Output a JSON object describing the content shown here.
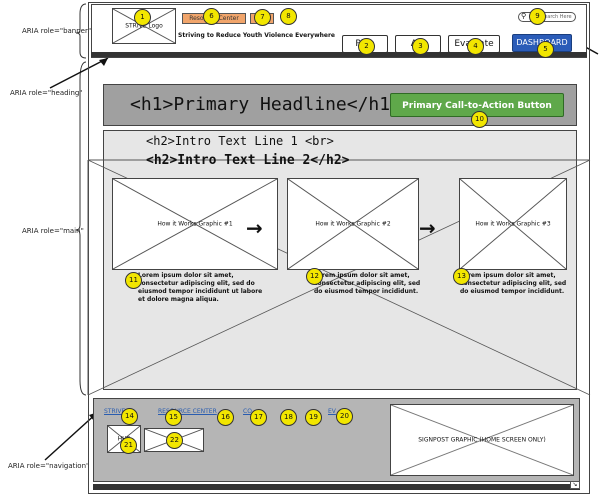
{
  "aria_labels": {
    "banner": "ARIA role=\"banner\"",
    "heading": "ARIA role=\"heading\"",
    "main": "ARIA role=\"main\"",
    "navigation": "ARIA role=\"navigation\""
  },
  "header": {
    "logo": "STRIVE Logo",
    "tagline": "Striving to Reduce Youth Violence Everywhere",
    "tab_resource": "Resource Center",
    "tab_other": "Tab",
    "search_placeholder": "Search Here",
    "nav": [
      "Plan",
      "Act",
      "Evaluate",
      "DASHBOARD"
    ]
  },
  "hero": {
    "headline": "<h1>Primary Headline</h1>",
    "cta": "Primary Call-to-Action Button"
  },
  "intro": {
    "line1": "<h2>Intro Text Line 1 <br>",
    "line2": "<h2>Intro Text Line 2</h2>"
  },
  "how_it_works": [
    {
      "caption": "How it Works Graphic #1",
      "text": "Lorem ipsum dolor sit amet, consectetur adipiscing elit, sed do eiusmod tempor incididunt ut labore et dolore magna aliqua."
    },
    {
      "caption": "How it Works Graphic #2",
      "text": "Lorem ipsum dolor sit amet, consectetur adipiscing elit, sed do eiusmod tempor incididunt."
    },
    {
      "caption": "How it Works Graphic #3",
      "text": "Lorem ipsum dolor sit amet, consectetur adipiscing elit, sed do eiusmod tempor incididunt."
    }
  ],
  "footer": {
    "links": [
      "STRIVE",
      "RESOURCE CENTER",
      "",
      "CO",
      "",
      "EV",
      ""
    ],
    "thumb1": "HHS",
    "thumb2": "CDC",
    "signpost": "SIGNPOST GRAPHIC (HOME SCREEN ONLY)"
  },
  "badges": [
    "1",
    "2",
    "3",
    "4",
    "5",
    "6",
    "7",
    "8",
    "9",
    "10",
    "11",
    "12",
    "13",
    "14",
    "15",
    "16",
    "17",
    "18",
    "19",
    "20",
    "21",
    "22"
  ],
  "colors": {
    "badge": "#f2e600",
    "cta": "#5fa84a",
    "dashboard": "#2b5cb8",
    "tab": "#f1a56b"
  }
}
